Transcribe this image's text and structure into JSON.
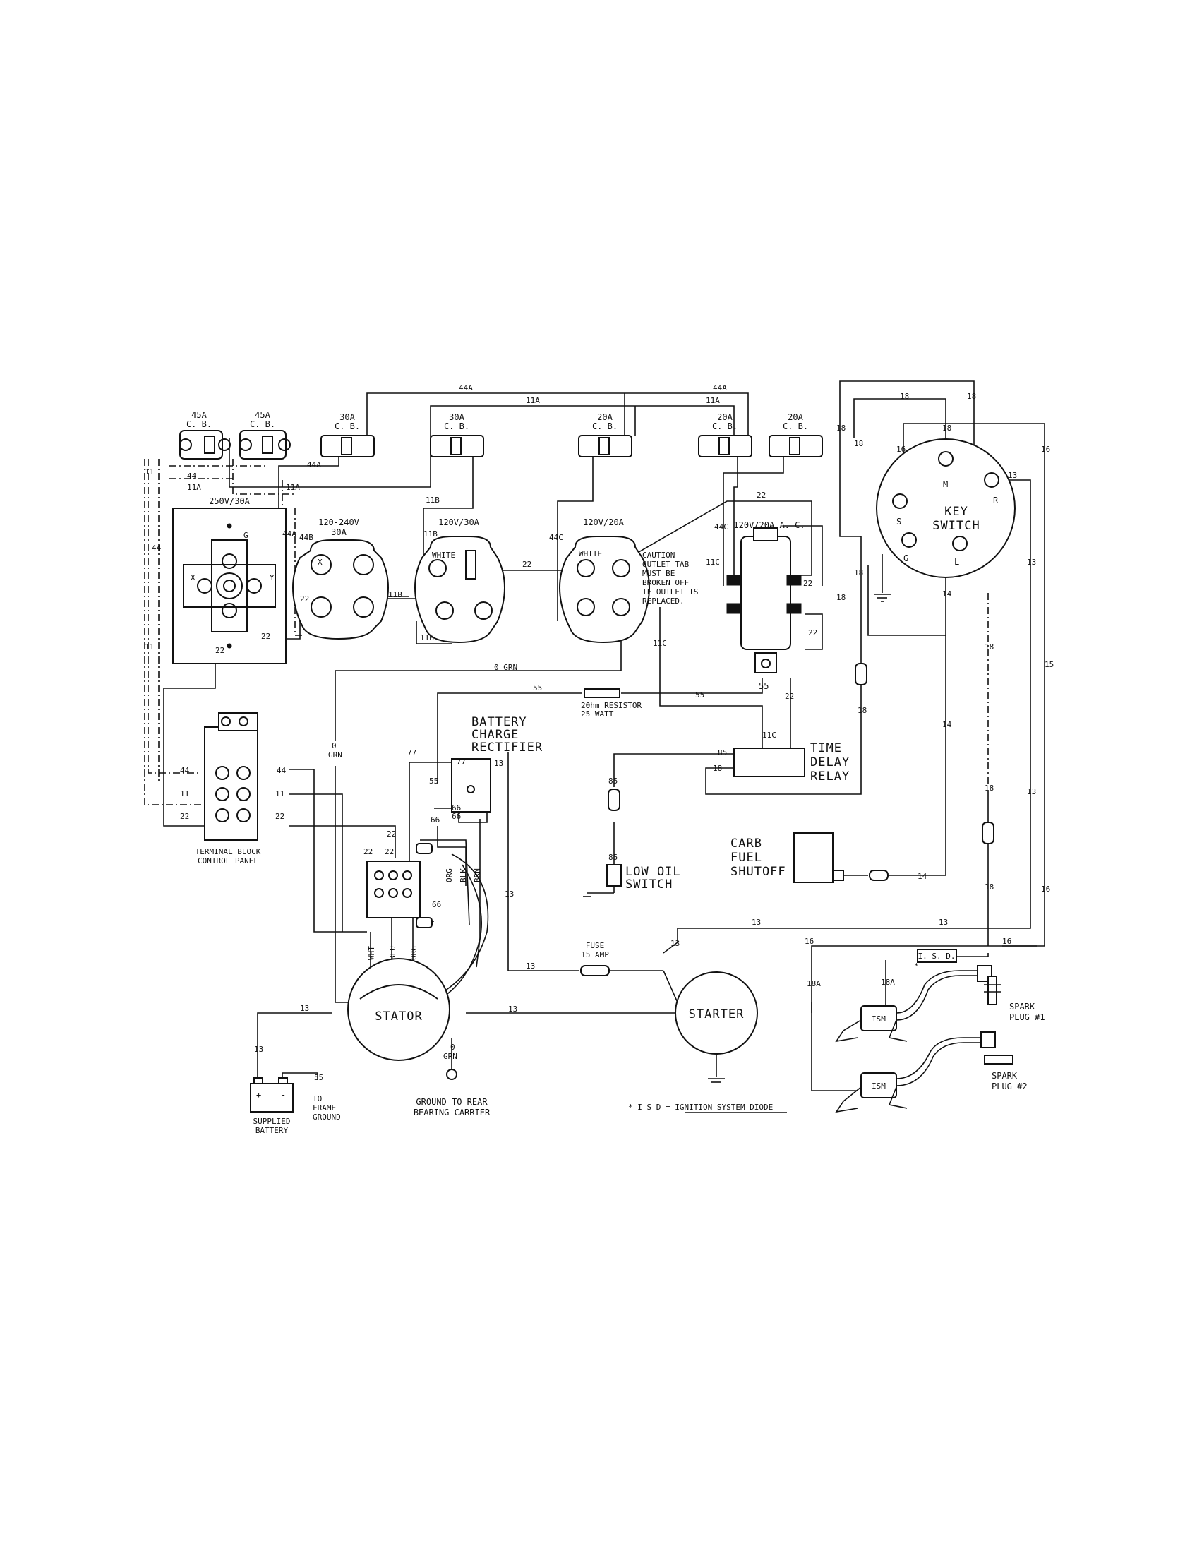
{
  "breakers": [
    {
      "rating": "45A",
      "type": "C. B."
    },
    {
      "rating": "45A",
      "type": "C. B."
    },
    {
      "rating": "30A",
      "type": "C. B."
    },
    {
      "rating": "30A",
      "type": "C. B."
    },
    {
      "rating": "20A",
      "type": "C. B."
    },
    {
      "rating": "20A",
      "type": "C. B."
    },
    {
      "rating": "20A",
      "type": "C. B."
    }
  ],
  "outlets": {
    "o250": "250V/30A",
    "o120_240": [
      "120-240V",
      "30A"
    ],
    "o120_30": "120V/30A",
    "o120_20": "120V/20A",
    "o120_20ac": "120V/20A A. C."
  },
  "caution": [
    "CAUTION",
    "OUTLET TAB",
    "MUST BE",
    "BROKEN OFF",
    "IF OUTLET IS",
    "REPLACED."
  ],
  "key_switch": {
    "title": [
      "KEY",
      "SWITCH"
    ],
    "terminals": {
      "m": "M",
      "r": "R",
      "s": "S",
      "g": "G",
      "l": "L"
    }
  },
  "components": {
    "battery_charge_rectifier": [
      "BATTERY",
      "CHARGE",
      "RECTIFIER"
    ],
    "resistor": [
      "20hm RESISTOR",
      "25 WATT"
    ],
    "time_delay_relay": [
      "TIME",
      "DELAY",
      "RELAY"
    ],
    "terminal_block": [
      "TERMINAL BLOCK",
      "CONTROL PANEL"
    ],
    "low_oil_switch": [
      "LOW OIL",
      "SWITCH"
    ],
    "carb_fuel_shutoff": [
      "CARB",
      "FUEL",
      "SHUTOFF"
    ],
    "fuse": [
      "FUSE",
      "15 AMP"
    ],
    "stator": "STATOR",
    "starter": "STARTER",
    "battery": [
      "SUPPLIED",
      "BATTERY"
    ],
    "to_frame_ground": [
      "TO",
      "FRAME",
      "GROUND"
    ],
    "ground_to_rear": [
      "GROUND TO REAR",
      "BEARING CARRIER"
    ],
    "spark_plug_1": [
      "SPARK",
      "PLUG #1"
    ],
    "spark_plug_2": [
      "SPARK",
      "PLUG #2"
    ],
    "isd_box": "I. S. D.",
    "coil_label": "ISM",
    "note": "* I S D  = IGNITION SYSTEM DIODE"
  },
  "wire_labels": {
    "w44a": "44A",
    "w11a": "11A",
    "w44b": "44B",
    "w11b": "11B",
    "w44c": "44C",
    "w11c": "11C",
    "w44": "44",
    "w11": "11",
    "w22": "22",
    "w0grn": "0 GRN",
    "w0": "0",
    "wgrn": "GRN",
    "w55": "55",
    "w66": "66",
    "w77": "77",
    "w13": "13",
    "w16": "16",
    "w18": "18",
    "w18a": "18A",
    "w14": "14",
    "w15": "15",
    "w85": "85",
    "wx": "X",
    "wy": "Y",
    "wwhite": "WHITE",
    "wg": "G",
    "wbat_plus": "+",
    "wbat_minus": "-",
    "wstar": "*",
    "stator_leads": [
      "WHT",
      "BLU",
      "ORG"
    ],
    "rect_leads": [
      "ORG",
      "BLK",
      "BRN"
    ]
  }
}
